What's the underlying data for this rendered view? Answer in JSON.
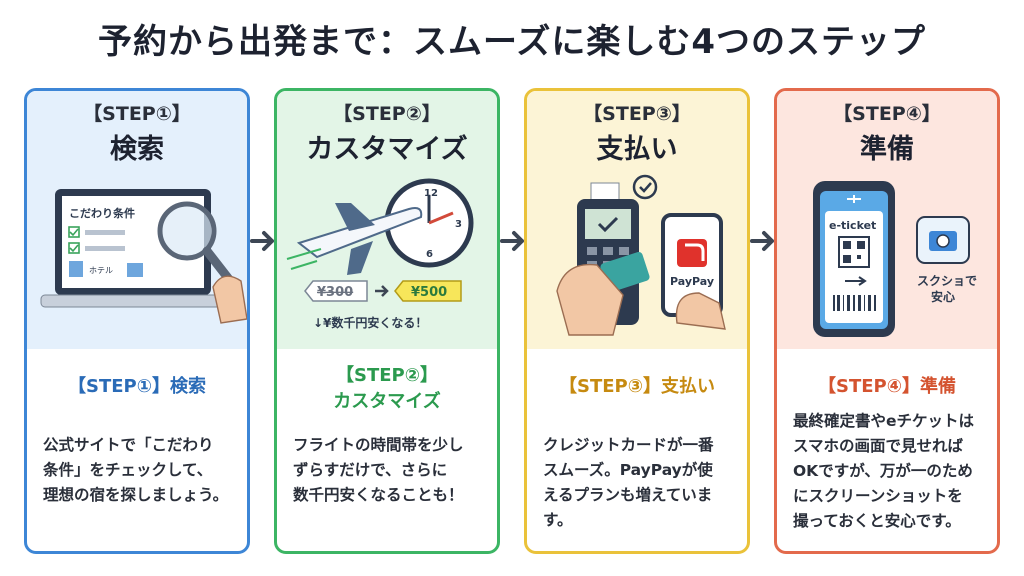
{
  "title": "予約から出発まで：スムーズに楽しむ4つのステップ",
  "steps": [
    {
      "step": "【STEP①】",
      "name": "検索",
      "card_title": "【STEP①】検索",
      "body": "公式サイトで「こだわり\n条件」をチェックして、\n理想の宿を探しましょう。",
      "illus": {
        "laptop_heading": "こだわり条件",
        "hotel_label": "ホテル"
      },
      "color": "#3d86d6"
    },
    {
      "step": "【STEP②】",
      "name": "カスタマイズ",
      "card_title": "【STEP②】\nカスタマイズ",
      "body": "フライトの時間帯を少し\nずらすだけで、さらに\n数千円安くなることも！",
      "illus": {
        "old_price": "¥300",
        "new_price": "¥500",
        "savings": "↓¥数千円安くなる！",
        "clock_12": "12",
        "clock_3": "3",
        "clock_6": "6"
      },
      "color": "#3cb564"
    },
    {
      "step": "【STEP③】",
      "name": "支払い",
      "card_title": "【STEP③】支払い",
      "body": "クレジットカードが一番\nスムーズ。PayPayが使\nえるプランも増えていま\nす。",
      "illus": {
        "paypay_label": "PayPay"
      },
      "color": "#eac23a"
    },
    {
      "step": "【STEP④】",
      "name": "準備",
      "card_title": "【STEP④】準備",
      "body": "最終確定書やeチケットは\nスマホの画面で見せれば\nOKですが、万が一のため\nにスクリーンショットを\n撮っておくと安心です。",
      "illus": {
        "ticket_label": "e-ticket",
        "screenshot_label": "スクショで\n安心"
      },
      "color": "#e36a4c"
    }
  ]
}
